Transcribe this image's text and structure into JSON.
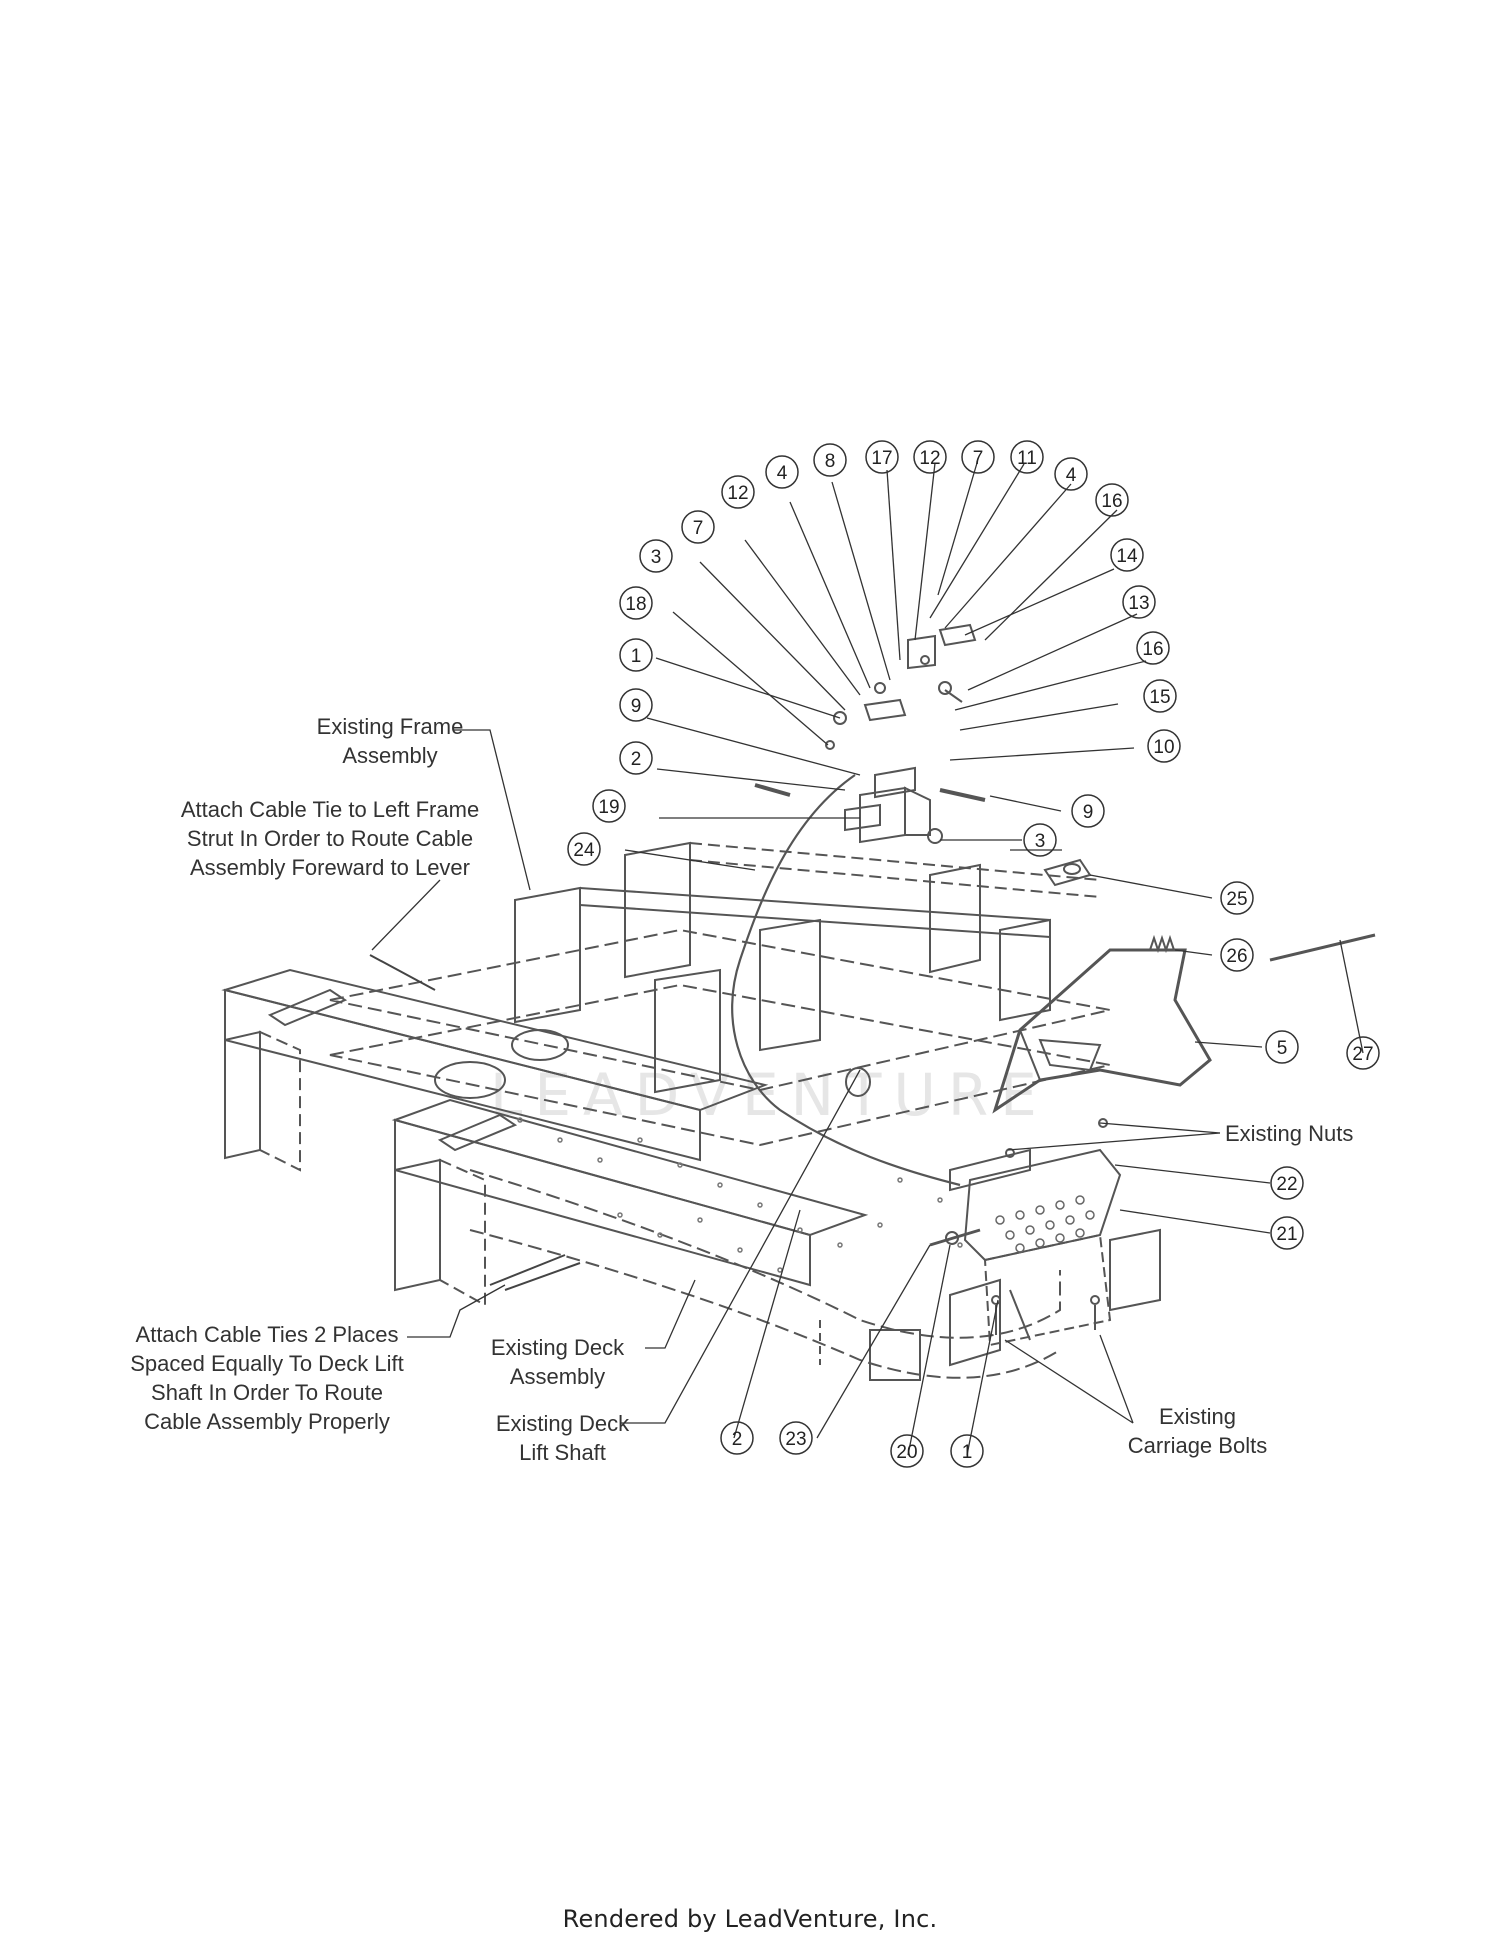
{
  "notes": {
    "frame_assembly": "Existing Frame\nAssembly",
    "cable_tie_left": "Attach Cable Tie to Left Frame\nStrut In Order to Route Cable\nAssembly Foreward to Lever",
    "cable_ties_two": "Attach Cable Ties 2 Places\nSpaced Equally To Deck Lift\nShaft In Order To Route\nCable Assembly Properly",
    "deck_assembly": "Existing Deck\nAssembly",
    "deck_lift_shaft": "Existing Deck\nLift Shaft",
    "nuts": "Existing Nuts",
    "carriage_bolts": "Existing\nCarriage Bolts"
  },
  "callouts": [
    "4",
    "8",
    "17",
    "12",
    "7",
    "11",
    "4",
    "12",
    "16",
    "7",
    "14",
    "3",
    "13",
    "18",
    "16",
    "1",
    "15",
    "9",
    "10",
    "2",
    "9",
    "19",
    "3",
    "24",
    "25",
    "26",
    "5",
    "27",
    "22",
    "21",
    "2",
    "23",
    "20",
    "1"
  ],
  "watermark": "LEADVENTURE",
  "footer": "Rendered by LeadVenture, Inc."
}
